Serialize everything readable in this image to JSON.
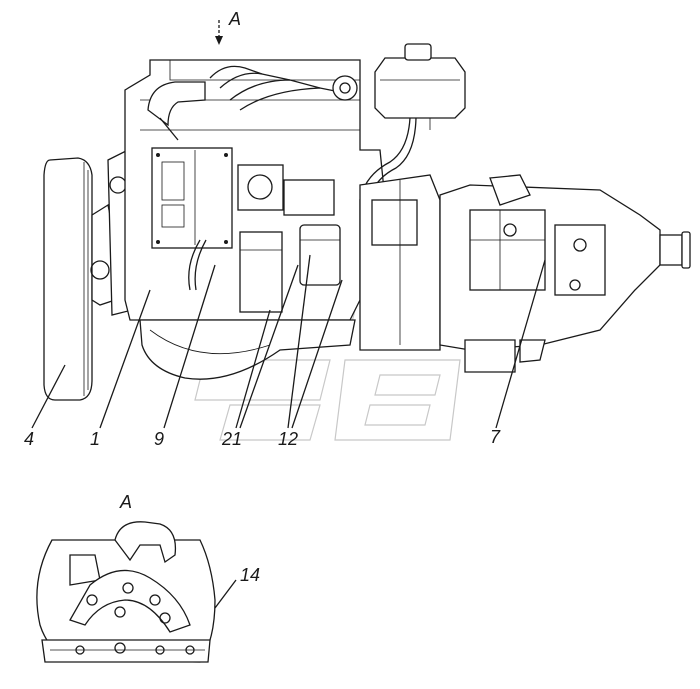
{
  "view_label_top": "A",
  "view_label_detail": "A",
  "callouts": {
    "c4": "4",
    "c1": "1",
    "c9": "9",
    "c21": "21",
    "c12": "12",
    "c7": "7",
    "c14": "14"
  }
}
